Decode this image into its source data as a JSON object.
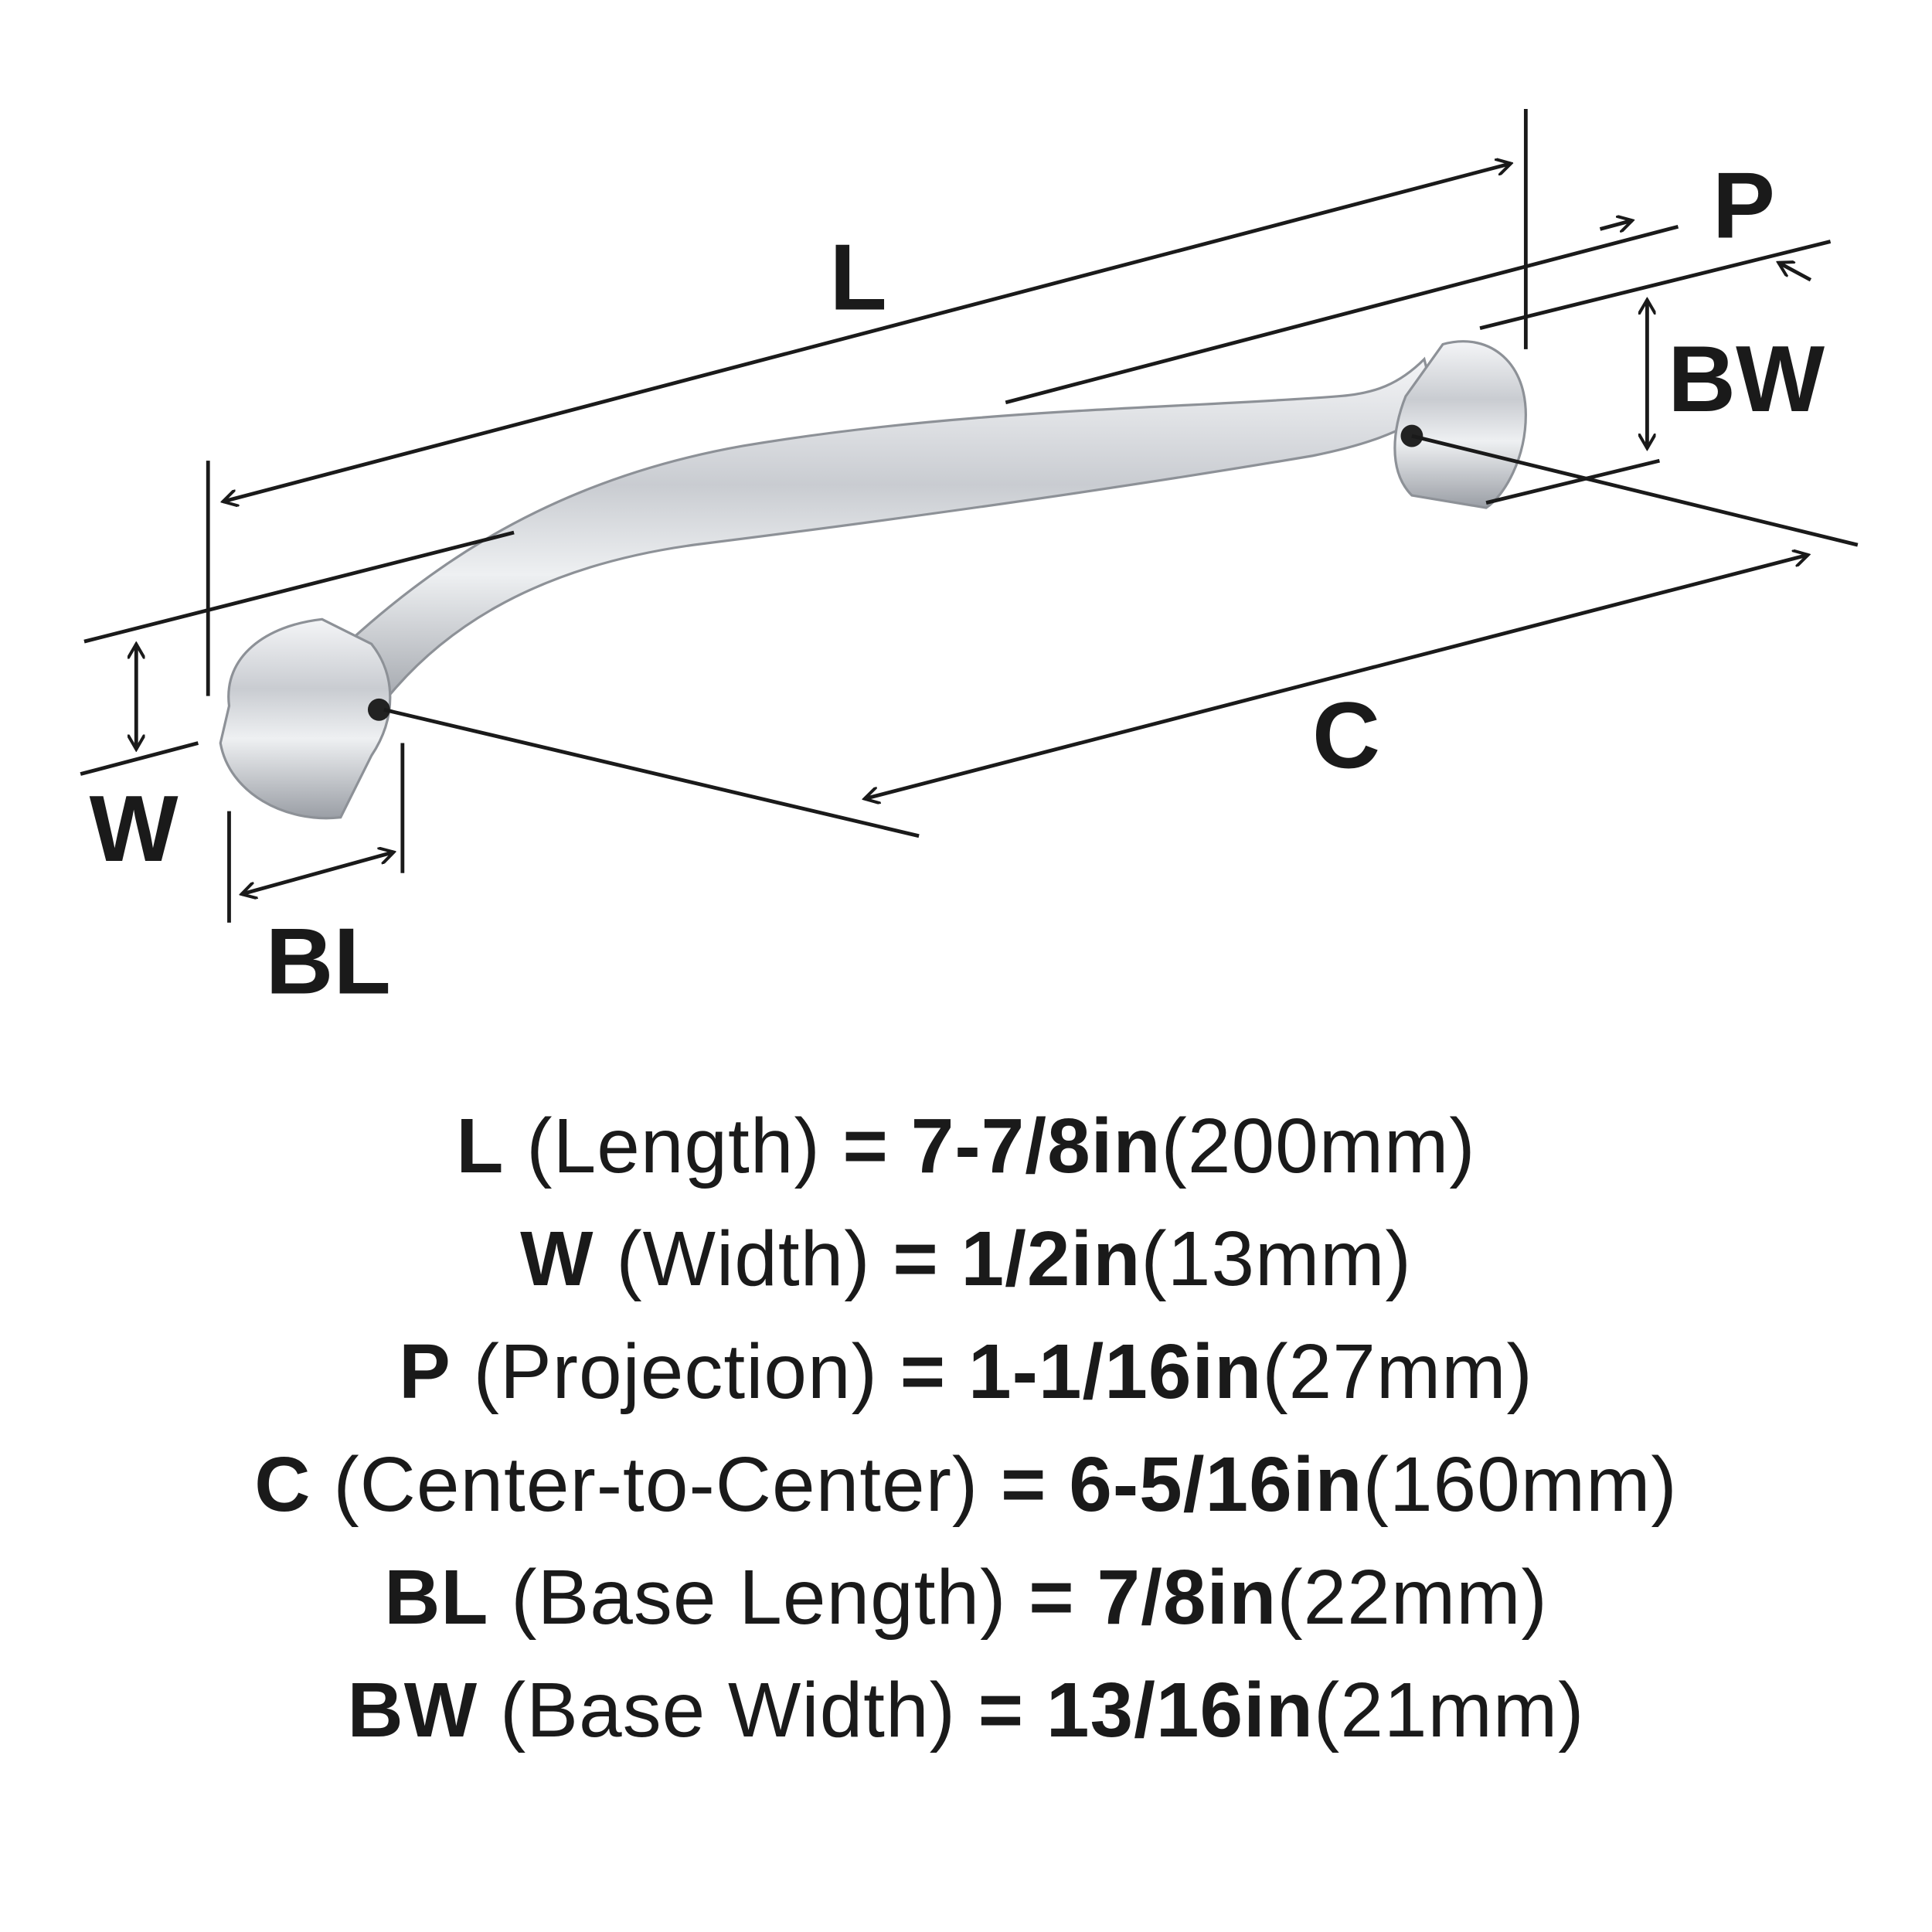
{
  "labels": {
    "L": "L",
    "P": "P",
    "BW": "BW",
    "C": "C",
    "W": "W",
    "BL": "BL"
  },
  "specs": [
    {
      "symbol": "L",
      "name": "(Length)",
      "eq": "=",
      "value": "7-7/8in",
      "metric": "(200mm)"
    },
    {
      "symbol": "W",
      "name": "(Width)",
      "eq": "=",
      "value": "1/2in",
      "metric": "(13mm)"
    },
    {
      "symbol": "P",
      "name": "(Projection)",
      "eq": "=",
      "value": "1-1/16in",
      "metric": "(27mm)"
    },
    {
      "symbol": "C",
      "name": "(Center-to-Center)",
      "eq": "=",
      "value": "6-5/16in",
      "metric": "(160mm)"
    },
    {
      "symbol": "BL",
      "name": "(Base Length)",
      "eq": "=",
      "value": "7/8in",
      "metric": "(22mm)"
    },
    {
      "symbol": "BW",
      "name": "(Base Width)",
      "eq": "=",
      "value": "13/16in",
      "metric": "(21mm)"
    }
  ]
}
